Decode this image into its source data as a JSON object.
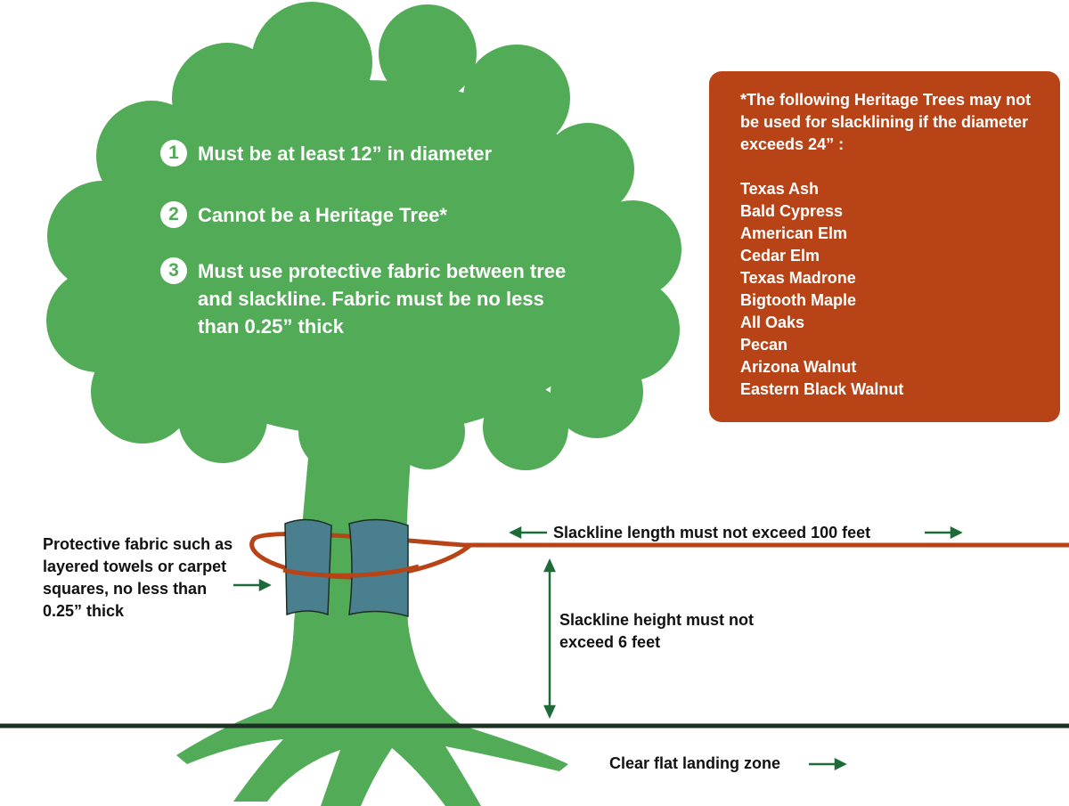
{
  "rules": [
    {
      "number": "1",
      "text": "Must be at least 12” in diameter"
    },
    {
      "number": "2",
      "text": "Cannot be a Heritage Tree*"
    },
    {
      "number": "3",
      "text": "Must use protective fabric between tree and slackline. Fabric must be no less than 0.25” thick"
    }
  ],
  "heritage": {
    "note": "*The following Heritage Trees may not be used for slacklining if the diameter exceeds 24” :",
    "trees": [
      "Texas Ash",
      "Bald Cypress",
      "American Elm",
      "Cedar Elm",
      "Texas Madrone",
      "Bigtooth Maple",
      "All Oaks",
      "Pecan",
      "Arizona Walnut",
      "Eastern Black Walnut"
    ]
  },
  "labels": {
    "fabric": "Protective fabric such as layered towels or carpet squares, no less than 0.25” thick",
    "length": "Slackline length must not exceed 100 feet",
    "height": "Slackline height must not exceed 6 feet",
    "landing": "Clear flat landing zone"
  },
  "colors": {
    "tree_green": "#52ab57",
    "panel_orange": "#b84316",
    "slackline": "#b84316",
    "fabric_blue": "#4a7f8f",
    "arrow_green": "#1e6b3a",
    "ground": "#1c2f22"
  }
}
